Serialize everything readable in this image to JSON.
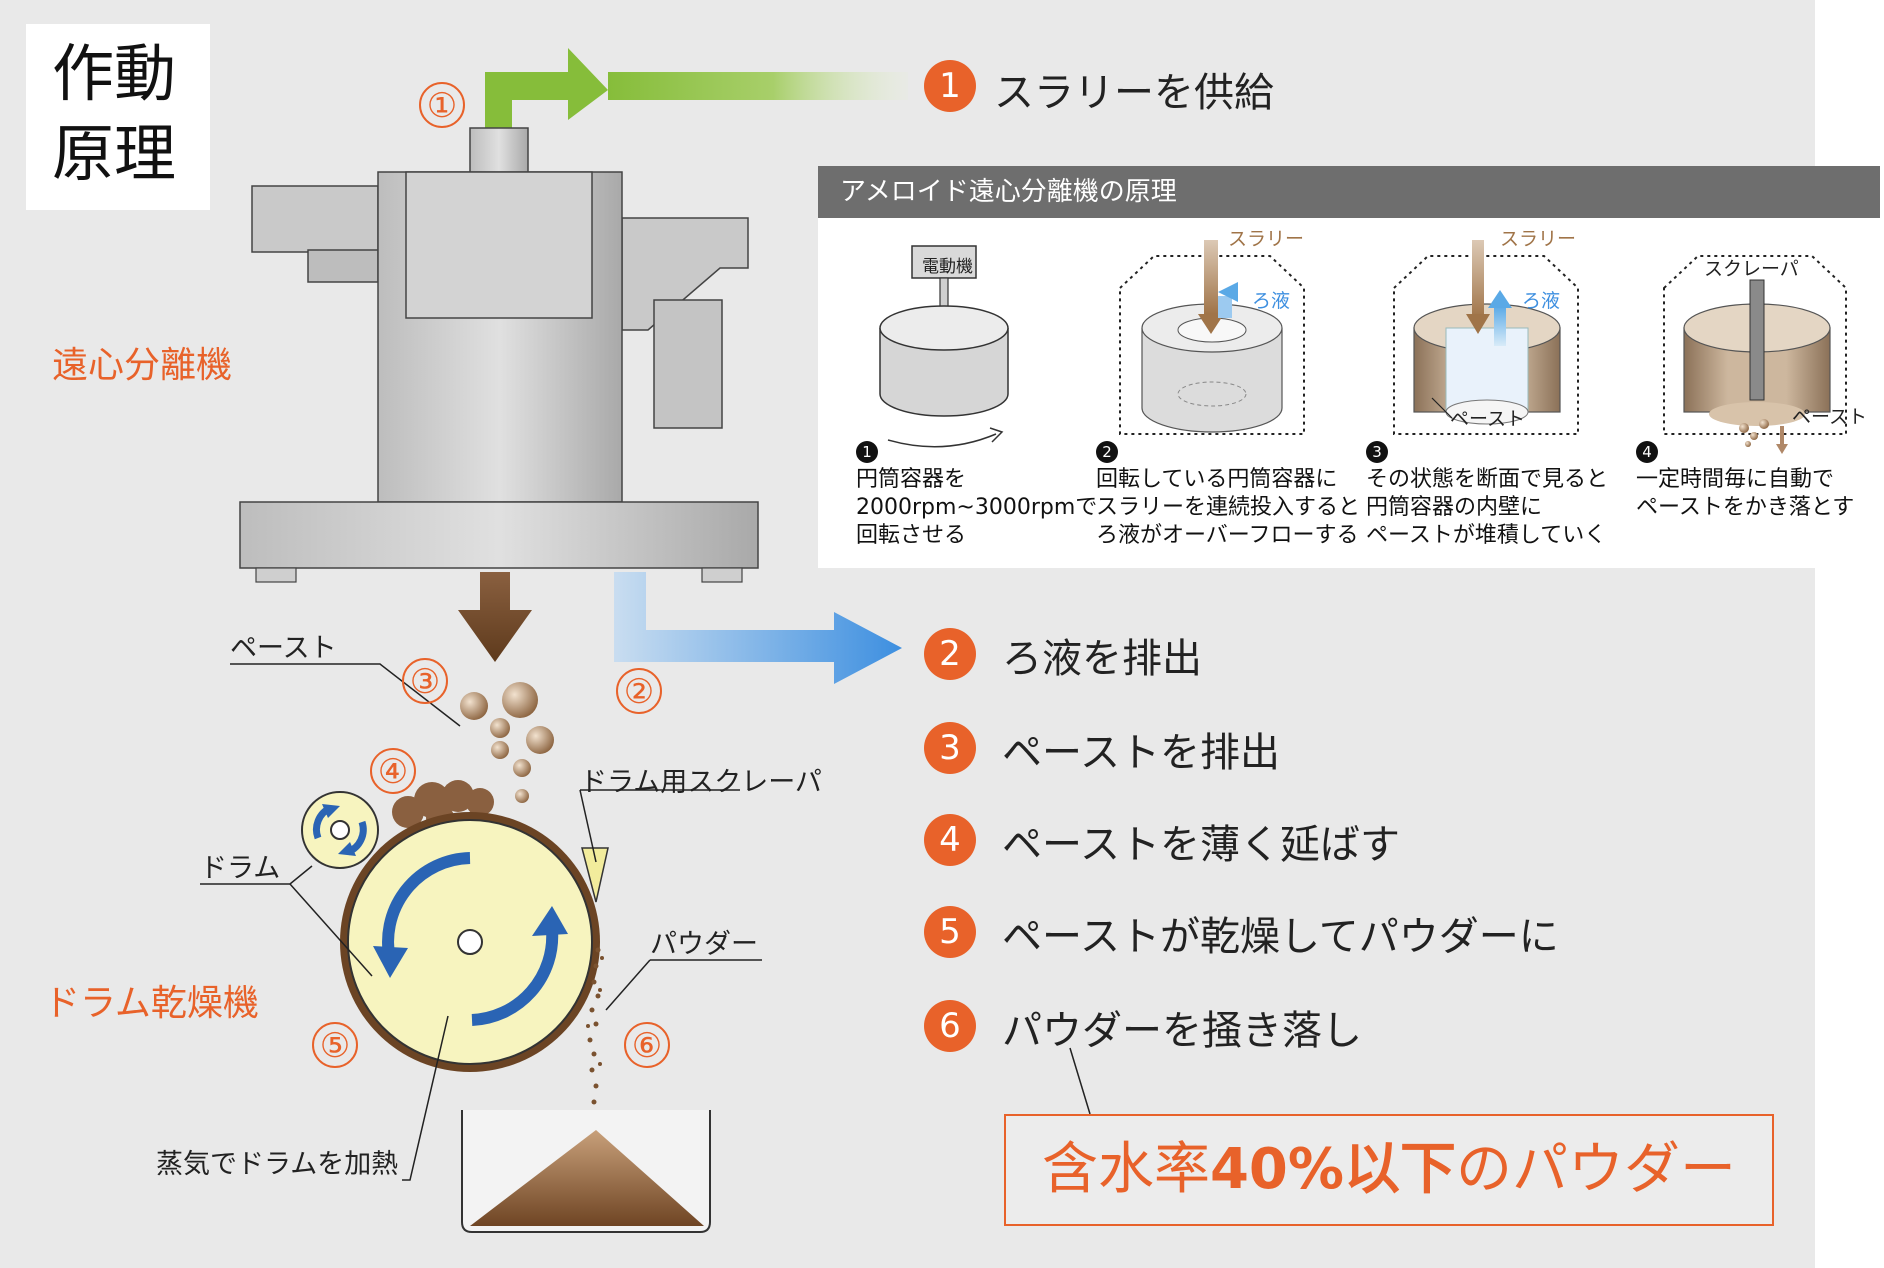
{
  "title": {
    "line1": "作動",
    "line2": "原理"
  },
  "machines": {
    "centrifuge": "遠心分離機",
    "drum_dryer": "ドラム乾燥機"
  },
  "callouts": {
    "paste": "ペースト",
    "drum": "ドラム",
    "drum_scraper": "ドラム用スクレーパ",
    "powder": "パウダー",
    "steam": "蒸気でドラムを加熱"
  },
  "circled_numbers": [
    "①",
    "②",
    "③",
    "④",
    "⑤",
    "⑥"
  ],
  "steps": [
    {
      "num": "1",
      "text": "スラリーを供給"
    },
    {
      "num": "2",
      "text": "ろ液を排出"
    },
    {
      "num": "3",
      "text": "ペーストを排出"
    },
    {
      "num": "4",
      "text": "ペーストを薄く延ばす"
    },
    {
      "num": "5",
      "text": "ペーストが乾燥してパウダーに"
    },
    {
      "num": "6",
      "text": "パウダーを掻き落し"
    }
  ],
  "panel": {
    "title": "アメロイド遠心分離機の原理",
    "labels": {
      "motor": "電動機",
      "slurry": "スラリー",
      "filtrate": "ろ液",
      "paste": "ペースト",
      "scraper": "スクレーパ"
    },
    "captions": [
      {
        "num": "1",
        "lines": [
          "円筒容器を",
          "2000rpm~3000rpmで",
          "回転させる"
        ]
      },
      {
        "num": "2",
        "lines": [
          "回転している円筒容器に",
          "スラリーを連続投入すると",
          "ろ液がオーバーフローする"
        ]
      },
      {
        "num": "3",
        "lines": [
          "その状態を断面で見ると",
          "円筒容器の内壁に",
          "ペーストが堆積していく"
        ]
      },
      {
        "num": "4",
        "lines": [
          "一定時間毎に自動で",
          "ペーストをかき落とす"
        ]
      }
    ]
  },
  "result": {
    "prefix": "含水率",
    "bold": "40%以下",
    "suffix": "のパウダー"
  },
  "colors": {
    "background": "#e9e9e9",
    "accent_orange": "#e8622a",
    "slurry_green": "#8cbf3f",
    "filtrate_blue": "#3d8fe0",
    "paste_brown": "#7a5230",
    "drum_yellow": "#f7f4bf",
    "rotation_blue": "#2a64b4",
    "panel_header": "#6e6e6e"
  }
}
